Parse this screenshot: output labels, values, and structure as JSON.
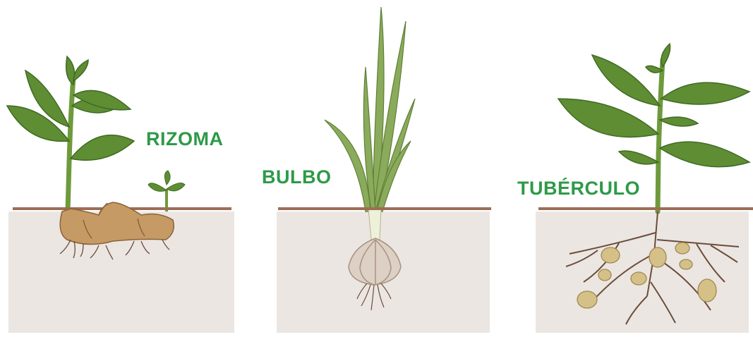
{
  "panels": [
    {
      "label": "RIZOMA"
    },
    {
      "label": "BULBO"
    },
    {
      "label": "TUBÉRCULO"
    }
  ],
  "colors": {
    "label": "#2e9a48",
    "soil_line": "#9c6e55",
    "soil": "#ebe6e2",
    "leaf": "#5e8d34",
    "leaf_dark": "#3f6b22",
    "stem": "#6e9a3c",
    "rhizome": "#c59a64",
    "bulb": "#ddd0c4",
    "tuber": "#d5c087",
    "root": "#6b4c3a"
  }
}
